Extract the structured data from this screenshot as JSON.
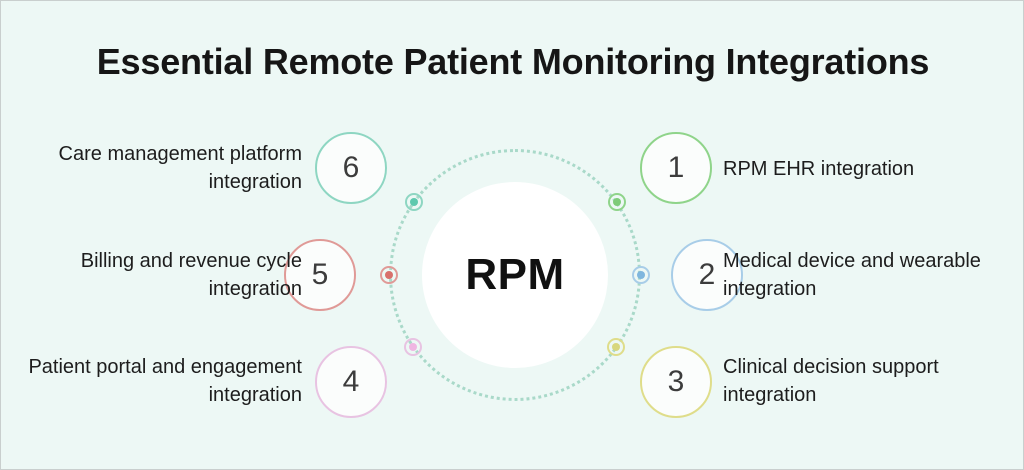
{
  "title": "Essential Remote Patient Monitoring Integrations",
  "background_color": "#edf8f5",
  "hub": {
    "label": "RPM",
    "circle_color": "#ffffff",
    "ring_color": "#a9d9c9"
  },
  "items": [
    {
      "number": "1",
      "label": "RPM EHR integration",
      "color": "#8fd48a",
      "dot_fill": "#7ecb78",
      "side": "right"
    },
    {
      "number": "2",
      "label": "Medical device and wearable integration",
      "color": "#a8cde8",
      "dot_fill": "#7fb6de",
      "side": "right"
    },
    {
      "number": "3",
      "label": "Clinical decision support integration",
      "color": "#dfdd8a",
      "dot_fill": "#d8d77e",
      "side": "right"
    },
    {
      "number": "4",
      "label": "Patient portal and engagement integration",
      "color": "#e8c3e2",
      "dot_fill": "#efb6e2",
      "side": "left"
    },
    {
      "number": "5",
      "label": "Billing and revenue cycle integration",
      "color": "#e09a97",
      "dot_fill": "#d8706c",
      "side": "left"
    },
    {
      "number": "6",
      "label": "Care management platform integration",
      "color": "#8ed6c2",
      "dot_fill": "#5ec9ae",
      "side": "left"
    }
  ]
}
